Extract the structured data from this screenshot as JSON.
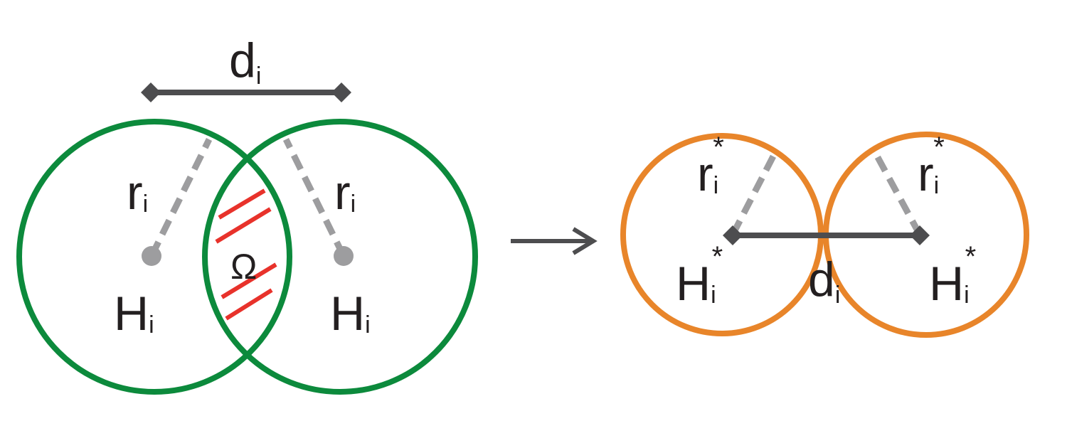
{
  "left": {
    "distance_label": "d",
    "distance_sub": "i",
    "radius_left_label": "r",
    "radius_left_sub": "i",
    "radius_right_label": "r",
    "radius_right_sub": "i",
    "overlap_label": "Ω",
    "center_left_label": "H",
    "center_left_sub": "i",
    "center_right_label": "H",
    "center_right_sub": "i"
  },
  "right": {
    "radius_left_label": "r",
    "radius_left_sub": "i",
    "radius_left_sup": "*",
    "radius_right_label": "r",
    "radius_right_sub": "i",
    "radius_right_sup": "*",
    "center_left_label": "H",
    "center_left_sub": "i",
    "center_left_sup": "*",
    "center_right_label": "H",
    "center_right_sub": "i",
    "center_right_sup": "*",
    "distance_label": "d",
    "distance_sub": "i"
  },
  "colors": {
    "green": "#0c8a3c",
    "orange": "#e8852a",
    "red": "#e8322b",
    "dark_gray": "#4d4d4f",
    "light_gray": "#9d9d9f",
    "text": "#231f20"
  },
  "icons": {
    "arrow": "right-arrow-icon"
  }
}
